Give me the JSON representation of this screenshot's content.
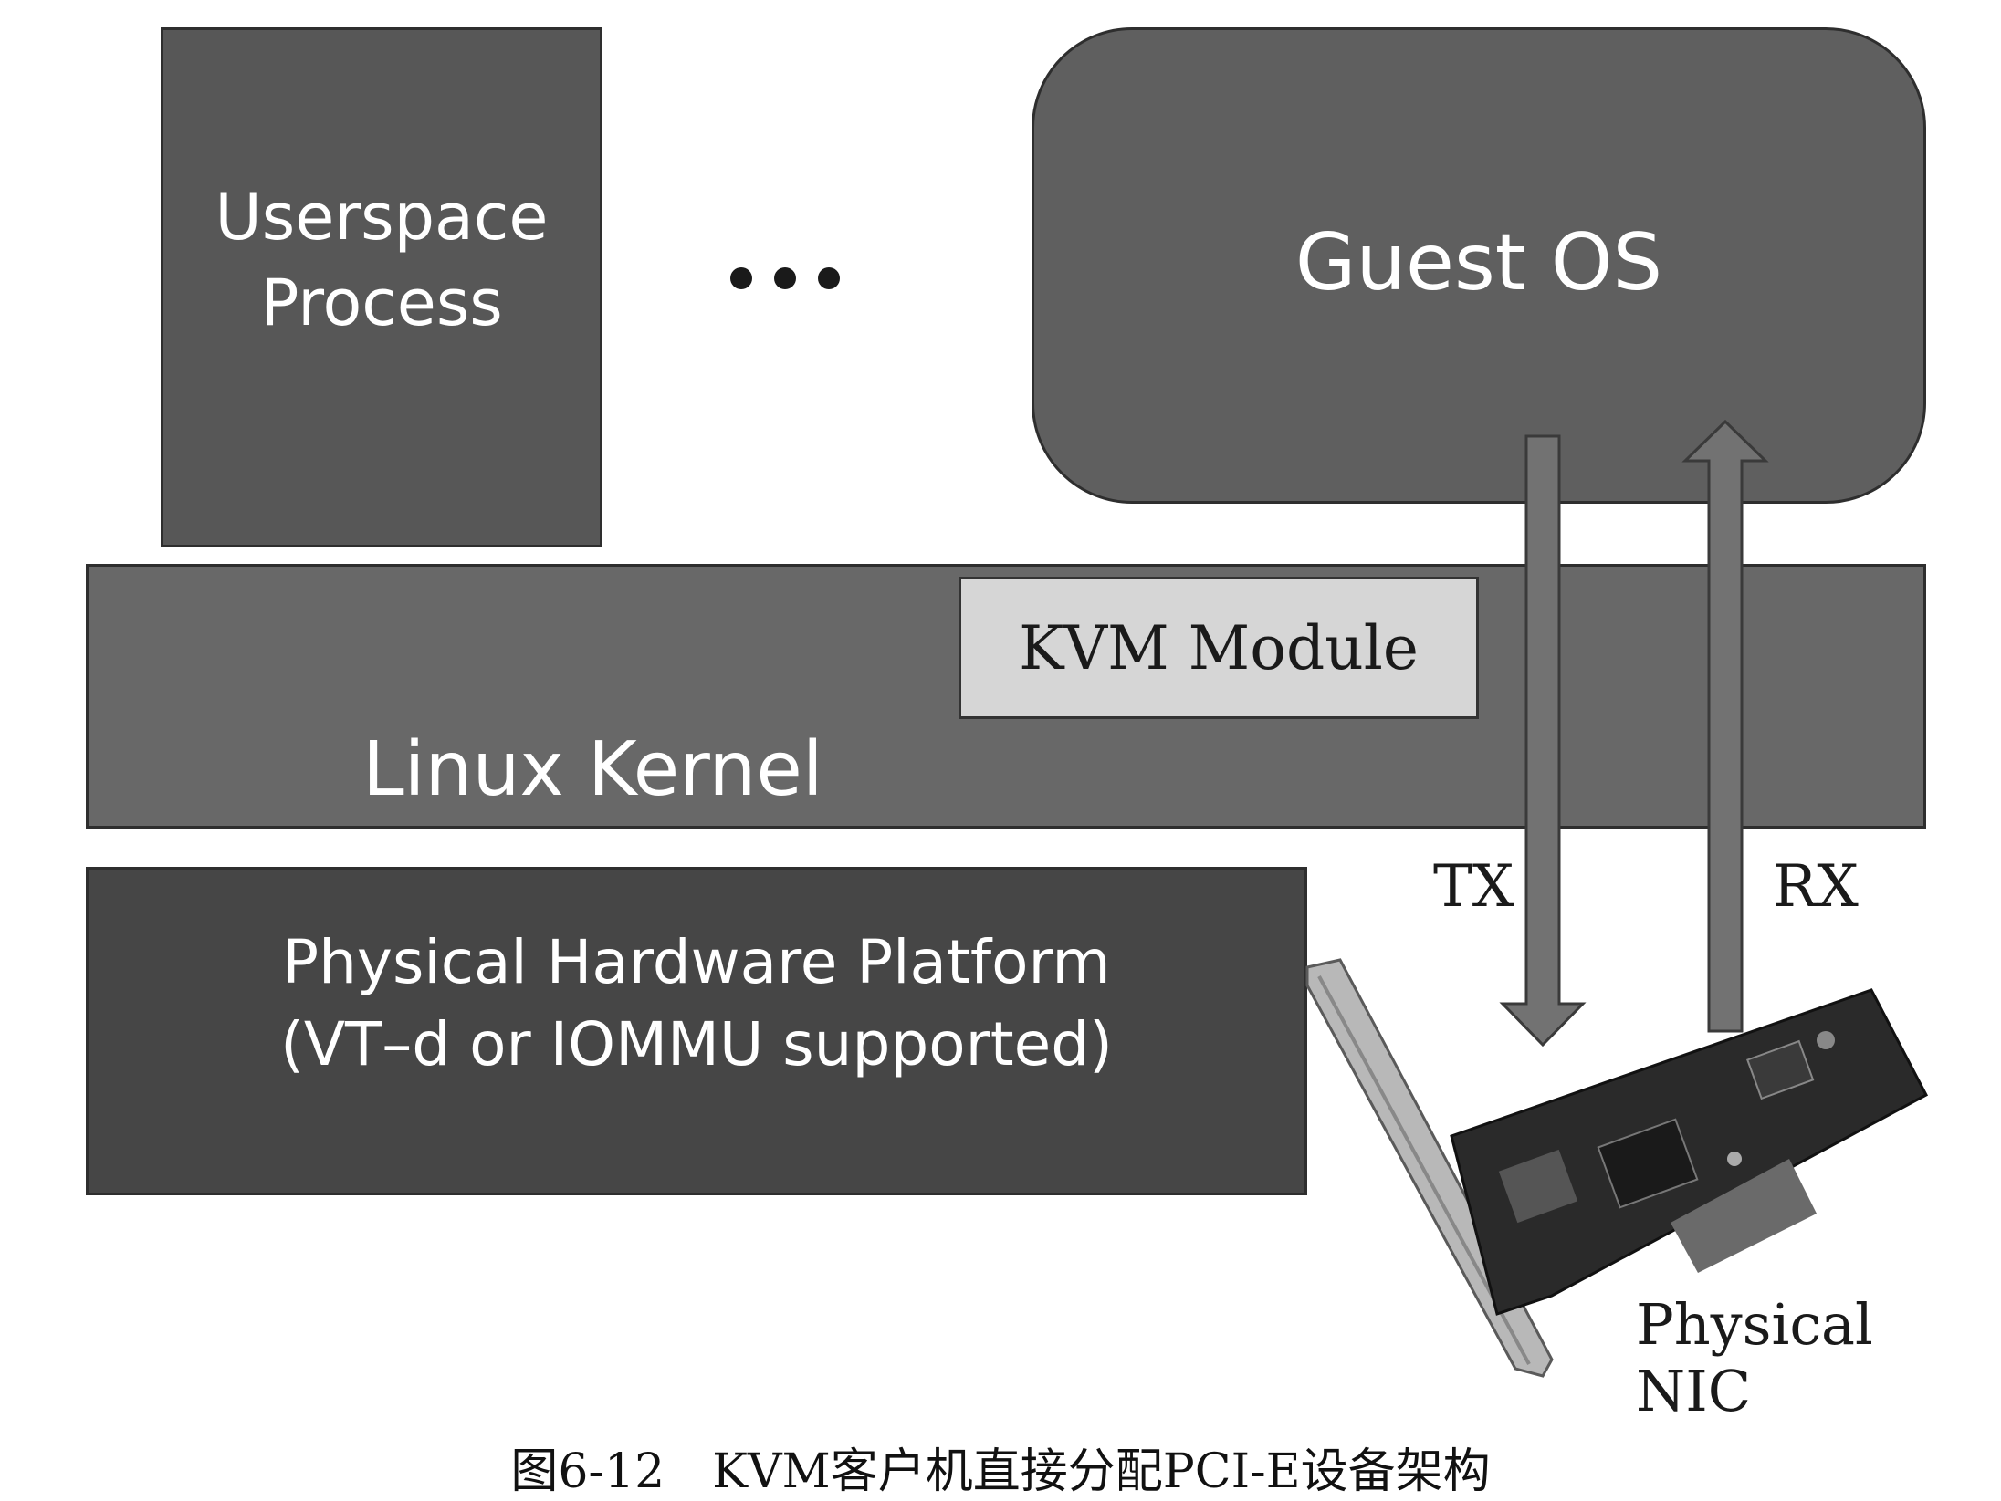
{
  "diagram": {
    "userspace_line1": "Userspace",
    "userspace_line2": "Process",
    "guest_os": "Guest OS",
    "linux_kernel": "Linux Kernel",
    "kvm_module": "KVM Module",
    "hardware_line1": "Physical Hardware Platform",
    "hardware_line2": "(VT–d or IOMMU supported)",
    "tx": "TX",
    "rx": "RX",
    "nic": "Physical NIC"
  },
  "caption": "图6-12　KVM客户机直接分配PCI-E设备架构"
}
